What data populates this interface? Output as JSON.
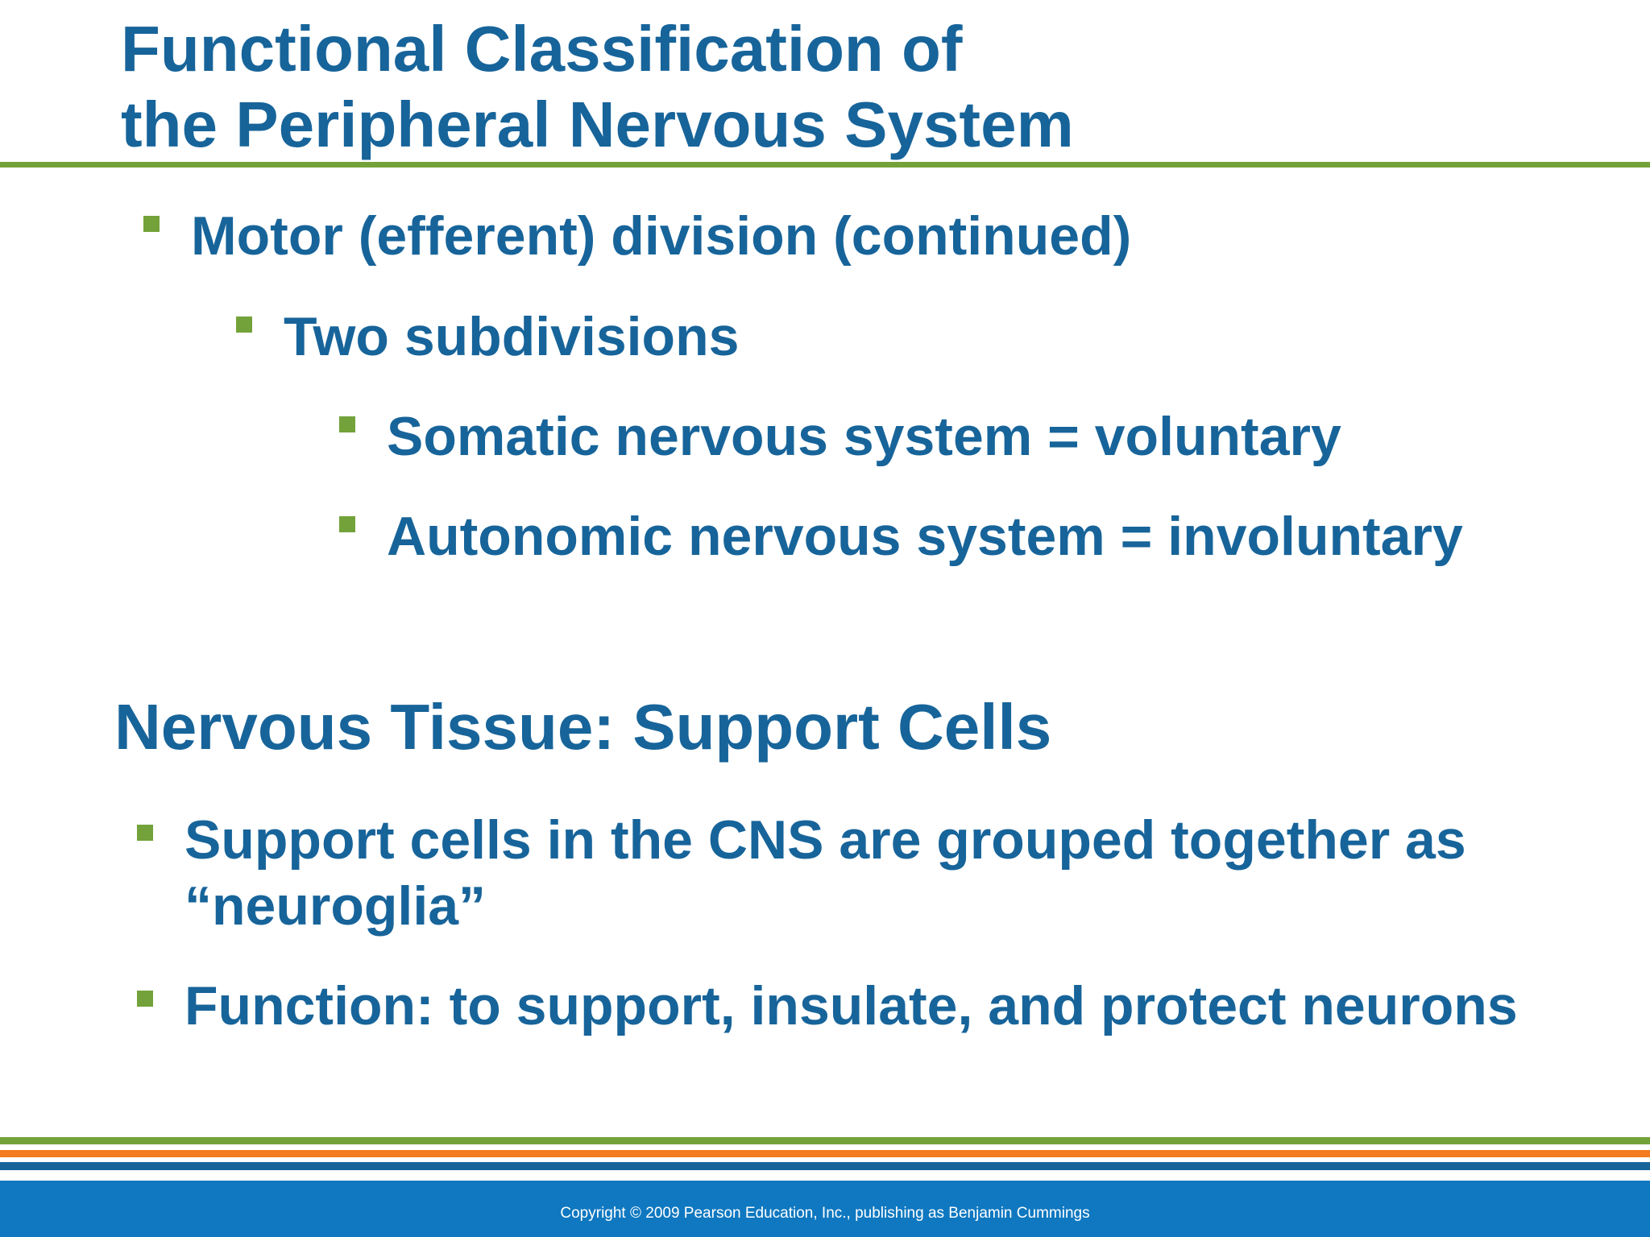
{
  "slide": {
    "title_line1": "Functional Classification of",
    "title_line2": "the Peripheral Nervous System",
    "bullets": [
      "Motor (efferent) division (continued)",
      "Two subdivisions",
      "Somatic nervous system = voluntary",
      "Autonomic nervous system = involuntary"
    ]
  },
  "section": {
    "title": "Nervous Tissue: Support Cells",
    "bullets": [
      "Support cells in the CNS are grouped together as “neuroglia”",
      "Function: to support, insulate, and protect neurons"
    ]
  },
  "footer": {
    "copyright": "Copyright © 2009 Pearson Education, Inc., publishing as Benjamin Cummings"
  },
  "colors": {
    "text_blue": "#17649a",
    "accent_green": "#73a23a",
    "accent_orange": "#f47b20",
    "footer_blue": "#0f78c0"
  }
}
